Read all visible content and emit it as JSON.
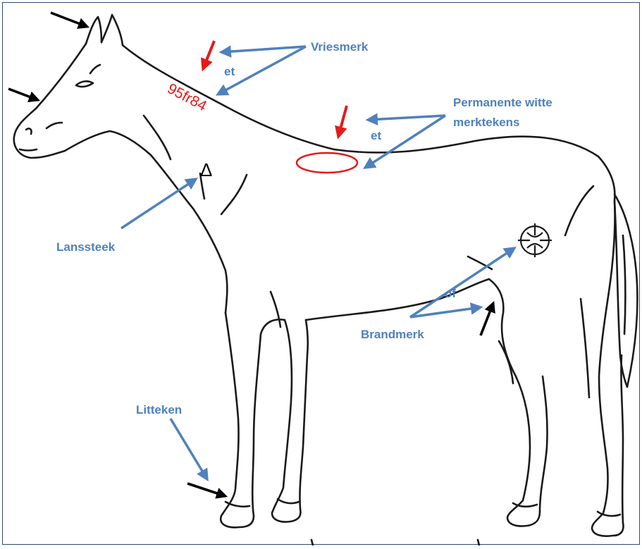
{
  "labels": {
    "vriesmerk": "Vriesmerk",
    "et1": "et",
    "freeze_code": "95fr84",
    "permanent_line1": "Permanente witte",
    "permanent_line2": "merktekens",
    "et2": "et",
    "lanssteek": "Lanssteek",
    "lanssteek_symbol": "Δ",
    "brandmerk": "Brandmerk",
    "of": "of",
    "litteken": "Litteken"
  },
  "colors": {
    "label_blue": "#4f81bd",
    "mark_red": "#e31b1b",
    "arrow_black": "#000000",
    "outline": "#1a1a1a",
    "frame": "#2e4a7a"
  },
  "icons": [
    "brand-target-icon",
    "lanssteek-triangle-icon",
    "freeze-mark-ellipse-icon"
  ]
}
